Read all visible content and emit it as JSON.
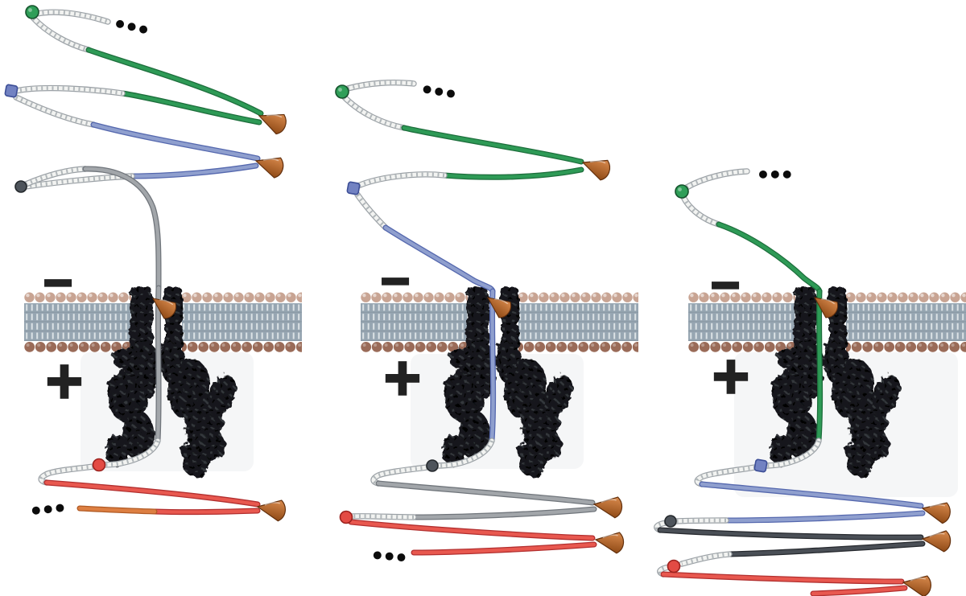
{
  "figure": {
    "panel_count": 3,
    "stages": [
      "stage-1",
      "stage-2",
      "stage-3"
    ]
  },
  "electrode_labels": {
    "cis": "−",
    "trans": "+"
  },
  "continuation_symbol": "•••",
  "panels": [
    {
      "name": "stage-1",
      "electrodes": {
        "top": "−",
        "bottom": "+"
      },
      "continuation": {
        "top": "•••",
        "bottom": "•••"
      },
      "strand_in_pore": "gray",
      "segments_above_membrane": [
        "green",
        "blue",
        "gray"
      ],
      "segments_below_membrane": [
        "red"
      ],
      "roadblock_cones": 4,
      "segment_markers": [
        "green",
        "blue",
        "gray",
        "red"
      ]
    },
    {
      "name": "stage-2",
      "electrodes": {
        "top": "−",
        "bottom": "+"
      },
      "continuation": {
        "top": "•••",
        "bottom": "•••"
      },
      "strand_in_pore": "blue",
      "segments_above_membrane": [
        "green",
        "blue"
      ],
      "segments_below_membrane": [
        "gray",
        "red"
      ],
      "roadblock_cones": 4,
      "segment_markers": [
        "green",
        "blue",
        "gray",
        "red"
      ]
    },
    {
      "name": "stage-3",
      "electrodes": {
        "top": "−",
        "bottom": "+"
      },
      "continuation": {
        "top": "•••"
      },
      "strand_in_pore": "green",
      "segments_above_membrane": [
        "green"
      ],
      "segments_below_membrane": [
        "blue",
        "black",
        "red"
      ],
      "roadblock_cones": 4,
      "segment_markers": [
        "green",
        "blue",
        "gray",
        "red"
      ]
    }
  ],
  "colors": {
    "background": "#ffffff",
    "segment_green": "#2e9a56",
    "segment_green_dark": "#1d6e3c",
    "segment_blue": "#8f9fce",
    "segment_blue_dark": "#5568ae",
    "segment_gray": "#a2a6aa",
    "segment_gray_dark": "#71767c",
    "segment_black": "#4a4f56",
    "segment_black_dark": "#26292e",
    "segment_red": "#e8584f",
    "segment_red_dark": "#b22f2f",
    "segment_orange": "#dd7f42",
    "segment_orange_dark": "#b05a24",
    "ladder_fill": "#f2f3f1",
    "ladder_edge": "#9ba1a6",
    "ladder_rung": "#aab0b4",
    "cone_light": "#d98a4d",
    "cone_dark": "#8f4a16",
    "cone_outline": "#63300d",
    "membrane_head_top": "#c8a493",
    "membrane_tail": "#97a6b2",
    "membrane_tail_stripe": "#e3e9ec",
    "membrane_head_bottom": "#9a6b58",
    "pore": "#17191b",
    "pore_speck": "#34383d",
    "sign": "#222222",
    "marker_green": "#2f9e58",
    "marker_blue": "#7282c2",
    "marker_gray": "#4e545b",
    "marker_red": "#e34b44",
    "ellipsis": "#0c0c0c"
  }
}
